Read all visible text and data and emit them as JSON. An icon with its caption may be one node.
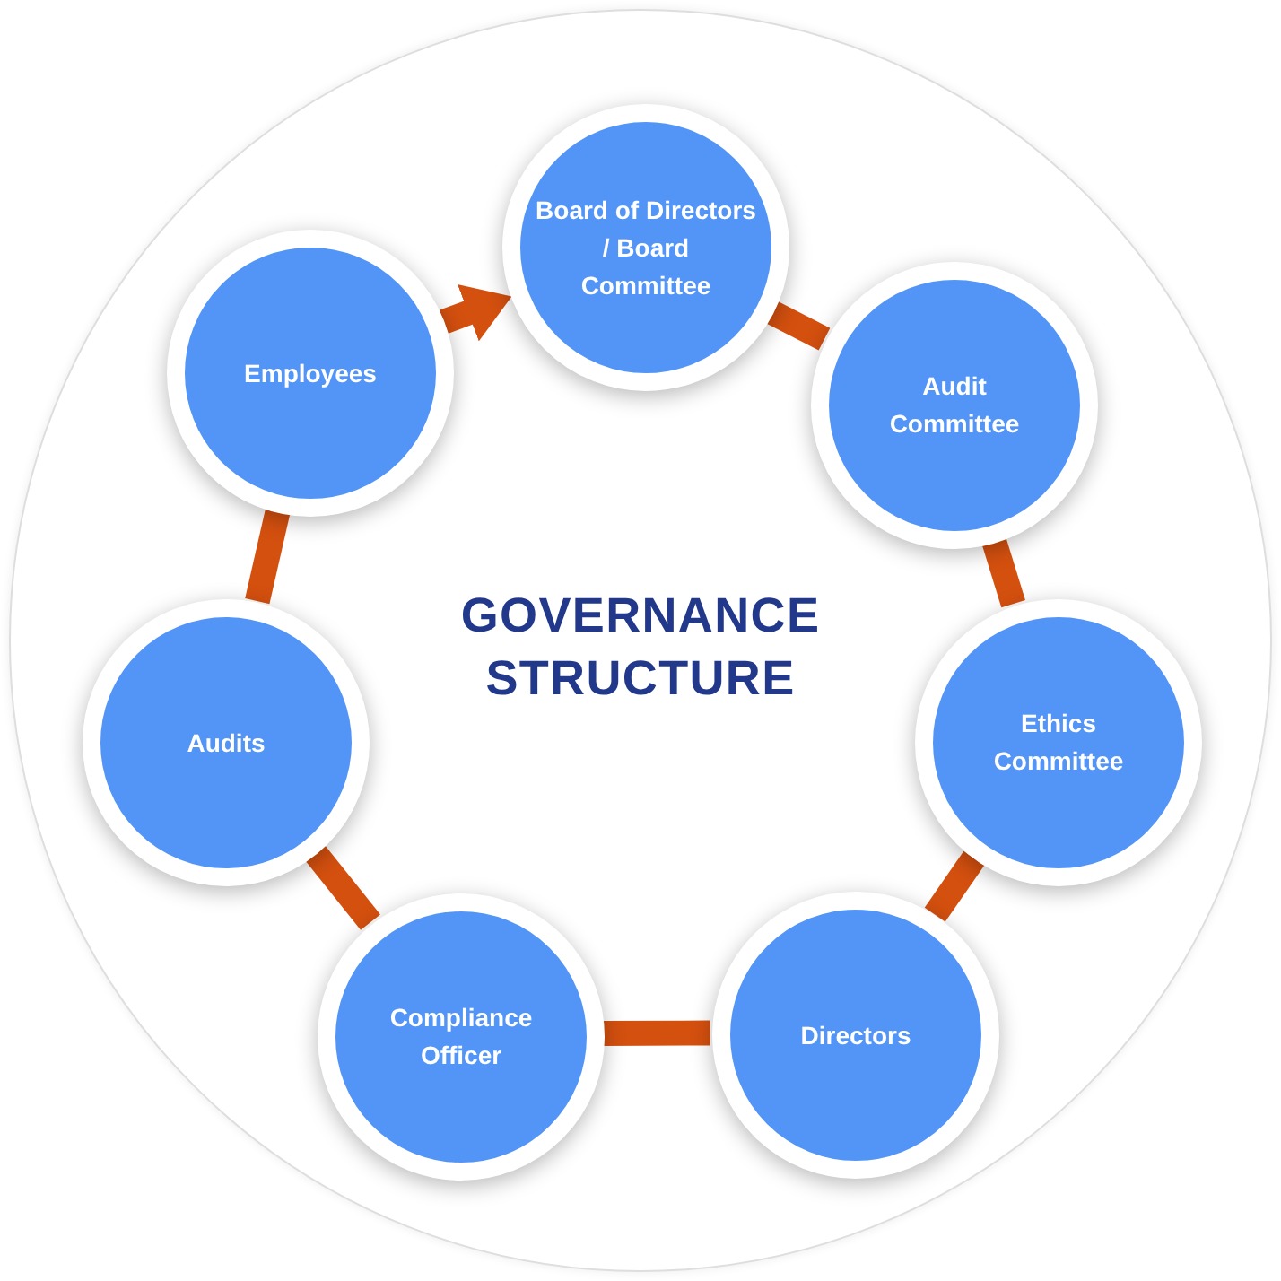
{
  "diagram": {
    "nodes": [
      {
        "text": [
          "GOVERNANCE STRUCTURE"
        ]
      },
      {
        "text": [
          "Board of Directors / Board Committee"
        ],
        "in": 0
      },
      {
        "text": [
          "Audit Committee"
        ],
        "in": 0
      },
      {
        "text": [
          "Ethics Committee"
        ],
        "in": 0
      },
      {
        "text": [
          "Directors"
        ],
        "in": 0
      },
      {
        "text": [
          "Compliance Officer"
        ],
        "in": 0
      },
      {
        "text": [
          "Audits"
        ],
        "in": 0
      },
      {
        "text": [
          "Employees"
        ],
        "in": 0
      }
    ],
    "edges": [
      {
        "from": 1,
        "to": 2,
        "arrow": "none"
      },
      {
        "from": 2,
        "to": 3,
        "arrow": "none"
      },
      {
        "from": 3,
        "to": 4,
        "arrow": "none"
      },
      {
        "from": 4,
        "to": 5,
        "arrow": "none"
      },
      {
        "from": 5,
        "to": 6,
        "arrow": "none"
      },
      {
        "from": 6,
        "to": 7,
        "arrow": "none"
      },
      {
        "from": 7,
        "to": 1,
        "arrow": "to"
      }
    ]
  }
}
